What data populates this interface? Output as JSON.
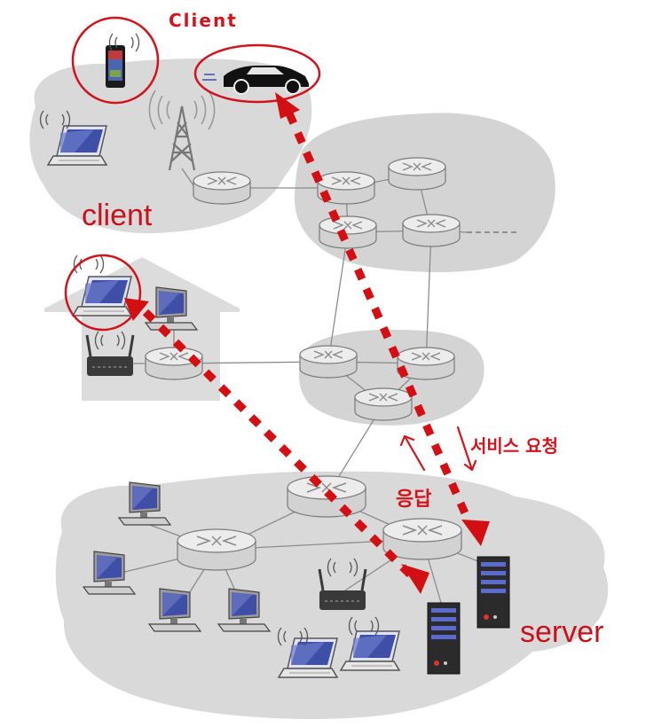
{
  "labels": {
    "client_handwritten": "Client",
    "client_top": "client",
    "service_request": "서비스 요청",
    "response": "응답",
    "server": "server"
  },
  "colors": {
    "cloud": "#d9d9d9",
    "cloud_dark": "#c9c9c9",
    "link": "#8c8c8c",
    "router_fill": "#e3e3e3",
    "router_stroke": "#7a7a7a",
    "accent_red": "#d0141c",
    "arrow_red": "#d40f14",
    "screen_blue": "#3f4fa8",
    "server_dark": "#2b2b2b"
  },
  "icons": {
    "router": "router-icon",
    "laptop": "laptop-icon",
    "desktop": "desktop-icon",
    "phone": "smartphone-icon",
    "car": "car-icon",
    "tower": "cell-tower-icon",
    "wifi_router": "wireless-router-icon",
    "server": "server-icon"
  }
}
